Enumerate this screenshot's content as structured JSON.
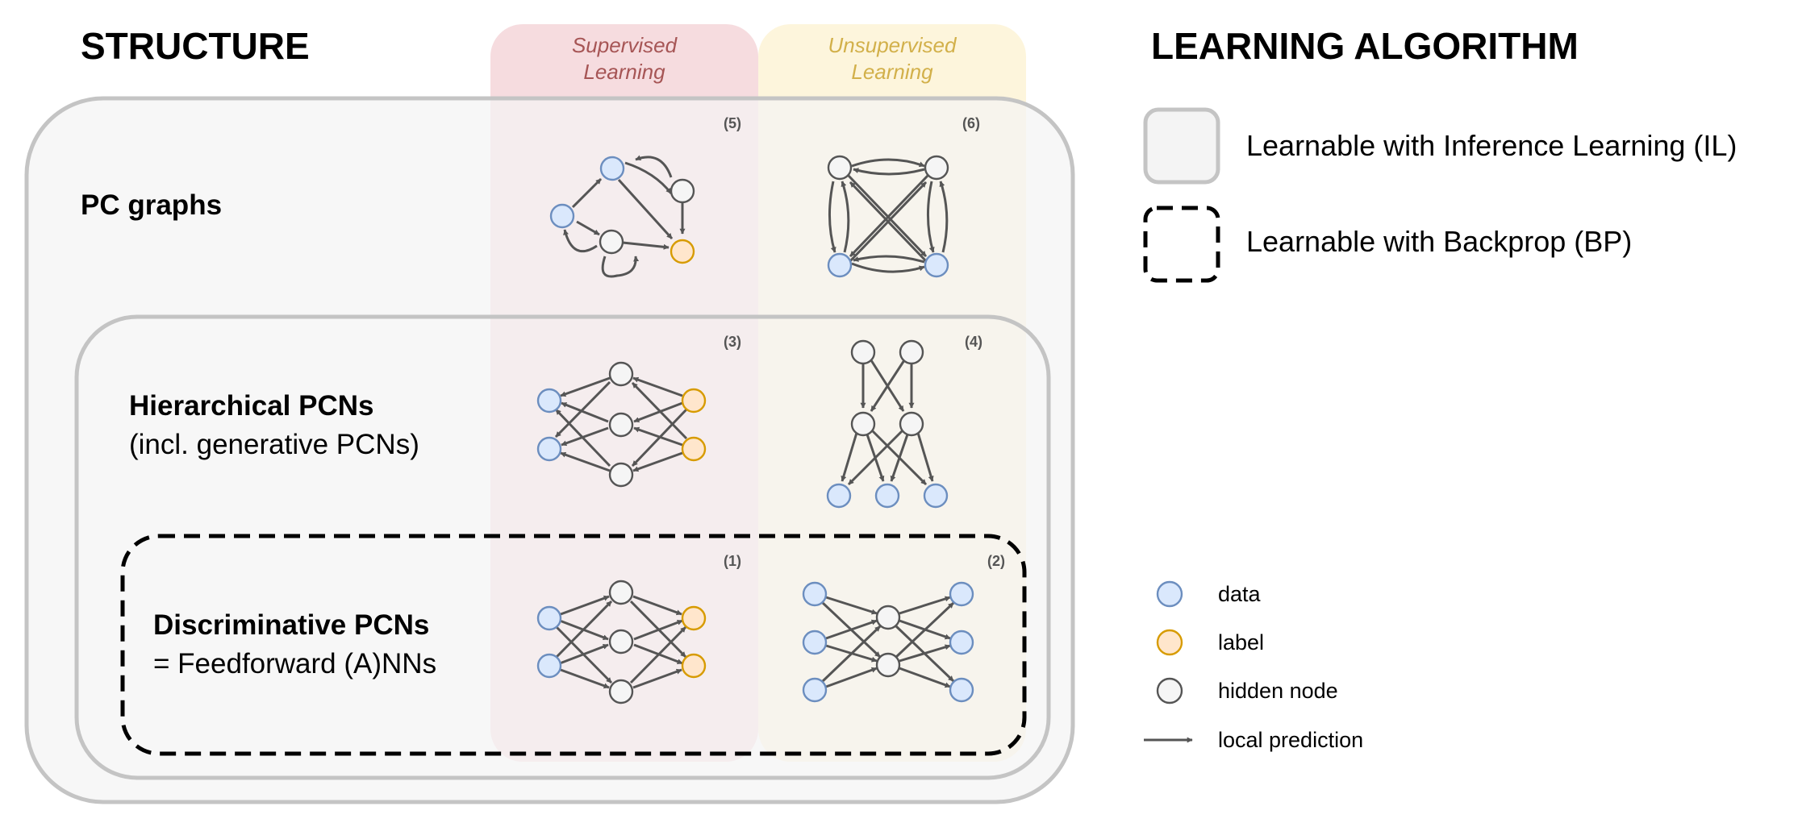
{
  "structure_heading": "STRUCTURE",
  "learning_heading": "LEARNING ALGORITHM",
  "columns": {
    "supervised": "Supervised\nLearning",
    "unsupervised": "Unsupervised\nLearning"
  },
  "rows": {
    "pc_graphs": "PC graphs",
    "hierarchical_title": "Hierarchical PCNs",
    "hierarchical_sub": "(incl. generative PCNs)",
    "discriminative_title": "Discriminative PCNs",
    "discriminative_sub": "= Feedforward (A)NNs"
  },
  "badges": [
    "(1)",
    "(2)",
    "(3)",
    "(4)",
    "(5)",
    "(6)"
  ],
  "legend_algorithms": {
    "il": "Learnable with Inference Learning (IL)",
    "bp": "Learnable with Backprop (BP)"
  },
  "legend_nodes": {
    "data": "data",
    "label": "label",
    "hidden": "hidden node",
    "prediction": "local prediction"
  },
  "colors": {
    "supervised_bg": "#f6dcdf",
    "supervised_text": "#a65555",
    "unsupervised_bg": "#fdf5dc",
    "unsupervised_text": "#d2b04a",
    "region_fill": "#f4f4f4",
    "region_stroke": "#c4c4c4",
    "data_fill": "#dae8fc",
    "data_stroke": "#6c8ebf",
    "label_fill": "#ffe6cc",
    "label_stroke": "#d79b00",
    "hidden_fill": "#f5f5f5",
    "hidden_stroke": "#555555",
    "edge": "#555555"
  }
}
